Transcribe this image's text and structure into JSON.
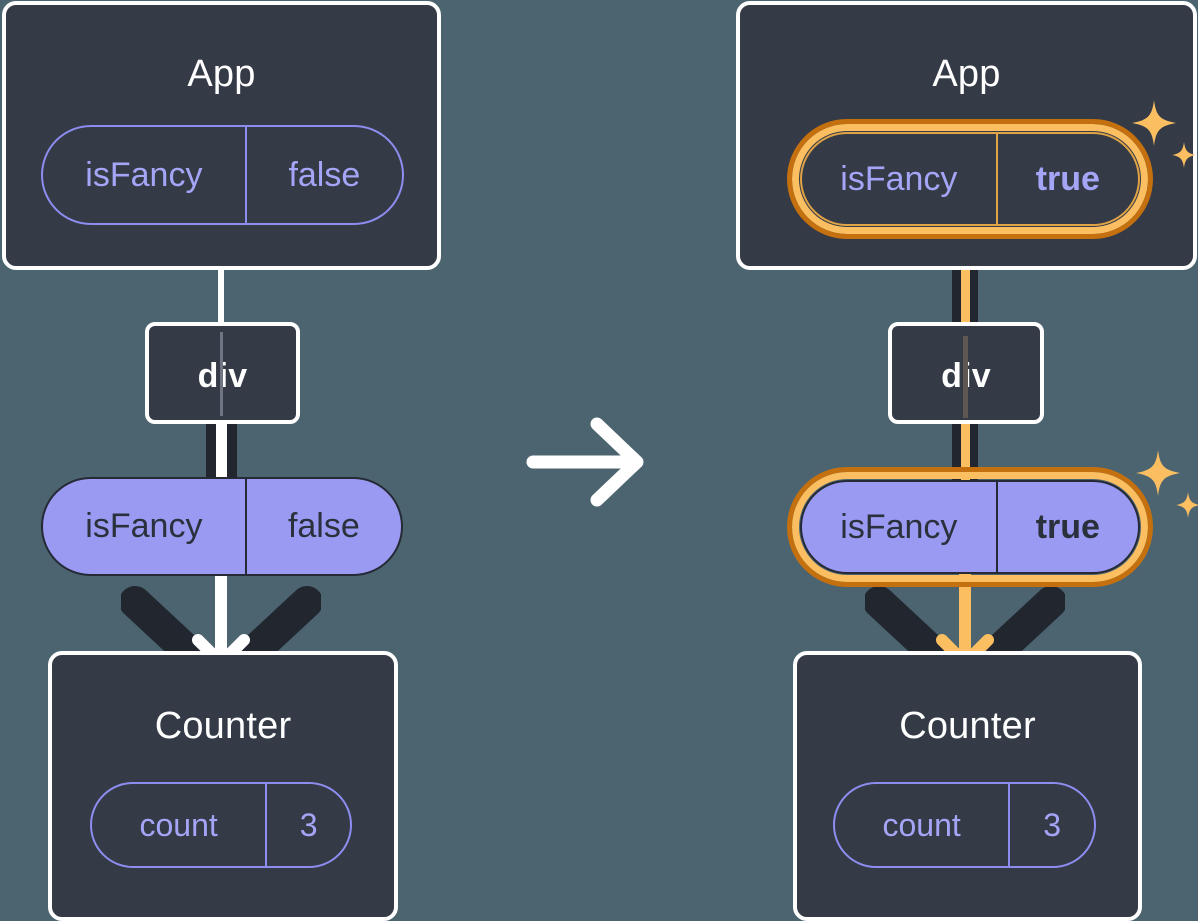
{
  "diagram": {
    "title_hidden": "React state propagation: isFancy false to true",
    "colors": {
      "background": "#4b6470",
      "node_fill": "#343a46",
      "node_border": "#ffffff",
      "pill_purple": "#9a9af2",
      "pill_text_dark": "#2b313c",
      "pill_outline": "#8d8df0",
      "pill_text_light": "#a5a5f7",
      "highlight_light": "#fbbf62",
      "highlight_dark": "#c4700f",
      "edge_dark": "#22262f",
      "edge_white": "#ffffff"
    },
    "transition_arrow": "right-arrow-icon"
  },
  "before": {
    "app": {
      "title": "App",
      "state": {
        "name": "isFancy",
        "value": "false"
      }
    },
    "div": {
      "label": "div"
    },
    "prop": {
      "name": "isFancy",
      "value": "false"
    },
    "counter": {
      "title": "Counter",
      "state": {
        "name": "count",
        "value": "3"
      }
    }
  },
  "after": {
    "app": {
      "title": "App",
      "state": {
        "name": "isFancy",
        "value": "true"
      },
      "highlighted": true,
      "sparkle": "sparkles-icon"
    },
    "div": {
      "label": "div"
    },
    "prop": {
      "name": "isFancy",
      "value": "true",
      "highlighted": true,
      "sparkle": "sparkles-icon"
    },
    "counter": {
      "title": "Counter",
      "state": {
        "name": "count",
        "value": "3"
      }
    }
  }
}
